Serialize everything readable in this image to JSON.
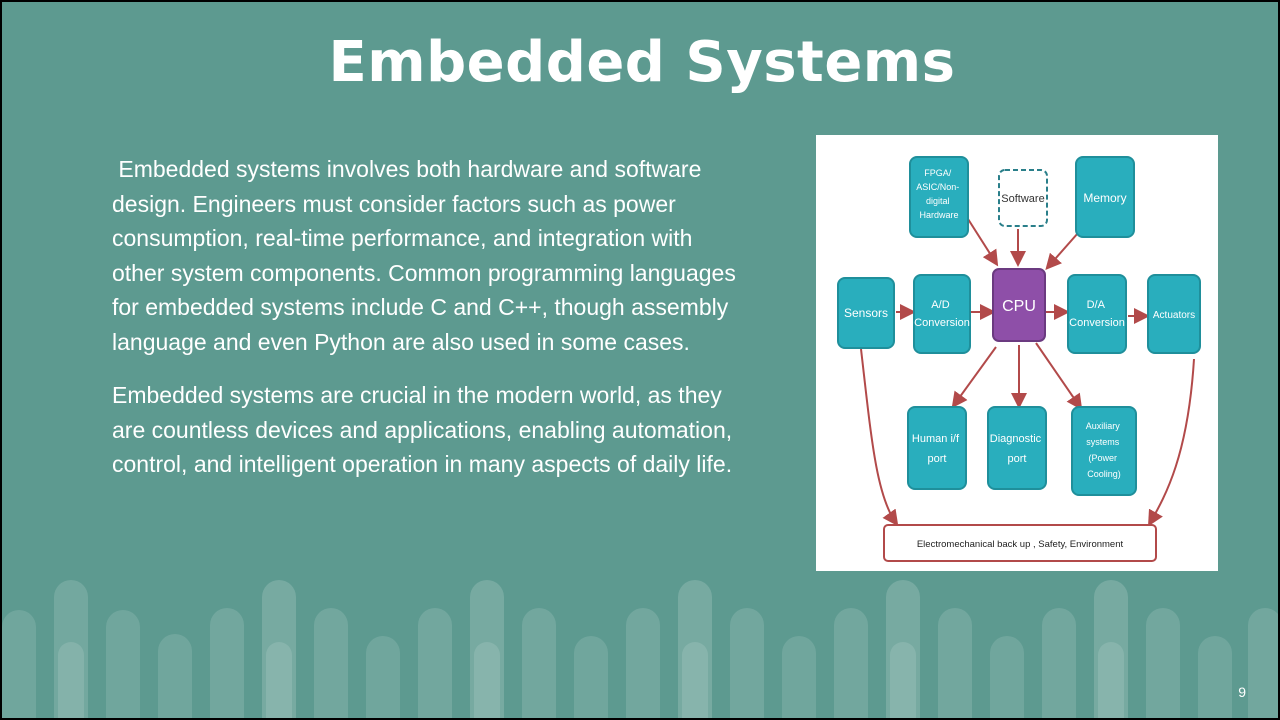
{
  "slide": {
    "title": "Embedded Systems",
    "paragraphs": [
      " Embedded systems involves both hardware and software design. Engineers must consider factors such as power consumption, real-time performance, and integration with other system components. Common programming languages for embedded systems include C and C++, though assembly language and even Python are also used in some cases.",
      "Embedded systems are crucial in the modern world, as they are countless devices and applications, enabling automation, control, and intelligent operation in many aspects of daily life."
    ],
    "page_number": "9"
  },
  "diagram": {
    "fpga": [
      "FPGA/",
      "ASIC/Non-",
      "digital",
      "Hardware"
    ],
    "software": "Software",
    "memory": "Memory",
    "sensors": "Sensors",
    "ad": [
      "A/D",
      "Conversion"
    ],
    "cpu": "CPU",
    "da": [
      "D/A",
      "Conversion"
    ],
    "actuators": "Actuators",
    "human": [
      "Human i/f",
      "port"
    ],
    "diagnostic": [
      "Diagnostic",
      "port"
    ],
    "auxiliary": [
      "Auxiliary",
      "systems",
      "(Power",
      "Cooling)"
    ],
    "backup": "Electromechanical back up , Safety, Environment"
  },
  "colors": {
    "background": "#5d9a90",
    "box": "#29aebd",
    "cpu": "#8e4fa8",
    "arrow": "#b24a4a",
    "text": "#ffffff"
  }
}
